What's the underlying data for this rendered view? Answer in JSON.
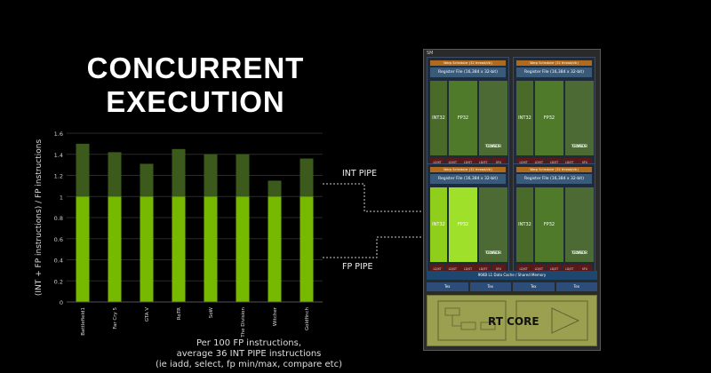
{
  "title": {
    "line1": "CONCURRENT",
    "line2": "EXECUTION"
  },
  "caption": {
    "line1": "Per 100 FP instructions,",
    "line2": "average 36 INT PIPE instructions",
    "line3": "(ie iadd, select, fp min/max, compare etc)"
  },
  "labels": {
    "int_pipe": "INT PIPE",
    "fp_pipe": "FP PIPE"
  },
  "chart_data": {
    "type": "bar",
    "stacked": true,
    "categories": [
      "Battlefield1",
      "Far Cry 5",
      "GTA V",
      "RoTR",
      "SoW",
      "The Division",
      "Witcher",
      "Goldfinch"
    ],
    "series": [
      {
        "values": [
          1,
          1,
          1,
          1,
          1,
          1,
          1,
          1
        ],
        "color": "#76b900"
      },
      {
        "values": [
          0.5,
          0.42,
          0.31,
          0.45,
          0.4,
          0.4,
          0.15,
          0.36
        ],
        "color": "#3c5a1c"
      }
    ],
    "ylabel": "(INT + FP instructions) / FP instructions",
    "ylim": [
      0,
      1.6
    ],
    "yticks": [
      "0",
      "0.2",
      "0.4",
      "0.6",
      "0.8",
      "1",
      "1.2",
      "1.4",
      "1.6"
    ]
  },
  "sm": {
    "label": "SM",
    "quad_header": "Warp Scheduler (32 thread/clk)",
    "register_file": "Register File (16,384 x 32-bit)",
    "int_unit": "INT32",
    "fp_unit": "FP32",
    "tensor_line1": "TENSOR",
    "tensor_line2": "CORES",
    "ld_st": "LD/ST",
    "sfu": "SFU",
    "l1": "96KB L1 Data Cache / Shared Memory",
    "tex": "Tex",
    "rt_core": "RT CORE"
  },
  "colors": {
    "fp_bar": "#76b900",
    "int_bar": "#3c5a1c",
    "background": "#000000"
  }
}
